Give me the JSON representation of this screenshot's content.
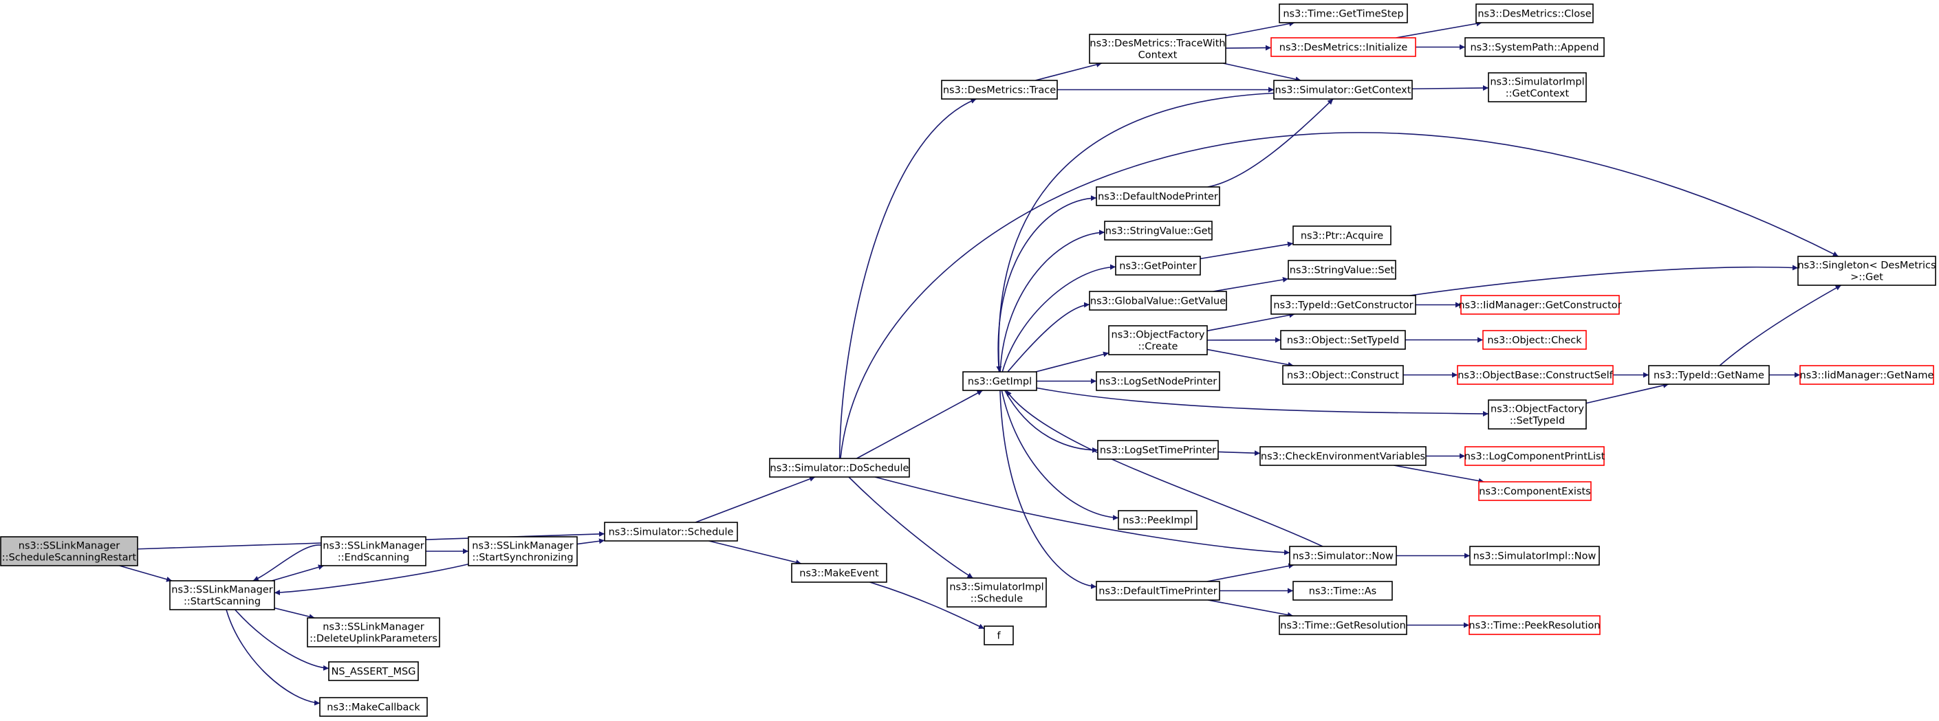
{
  "diagram": {
    "title": "",
    "colors": {
      "edge": "#191970",
      "focus_fill": "#bfbfbf",
      "truncated_border": "#ff0000",
      "border": "#000000"
    },
    "nodes": [
      {
        "id": "sched_restart",
        "lines": [
          "ns3::SSLinkManager",
          "::ScheduleScanningRestart"
        ],
        "style": "focus"
      },
      {
        "id": "start_scanning",
        "lines": [
          "ns3::SSLinkManager",
          "::StartScanning"
        ],
        "style": "normal"
      },
      {
        "id": "end_scanning",
        "lines": [
          "ns3::SSLinkManager",
          "::EndScanning"
        ],
        "style": "normal"
      },
      {
        "id": "start_sync",
        "lines": [
          "ns3::SSLinkManager",
          "::StartSynchronizing"
        ],
        "style": "normal"
      },
      {
        "id": "delete_uplink",
        "lines": [
          "ns3::SSLinkManager",
          "::DeleteUplinkParameters"
        ],
        "style": "normal"
      },
      {
        "id": "ns_assert",
        "lines": [
          "NS_ASSERT_MSG"
        ],
        "style": "normal"
      },
      {
        "id": "make_callback",
        "lines": [
          "ns3::MakeCallback"
        ],
        "style": "normal"
      },
      {
        "id": "sim_schedule",
        "lines": [
          "ns3::Simulator::Schedule"
        ],
        "style": "normal"
      },
      {
        "id": "sim_doschedule",
        "lines": [
          "ns3::Simulator::DoSchedule"
        ],
        "style": "normal"
      },
      {
        "id": "make_event",
        "lines": [
          "ns3::MakeEvent"
        ],
        "style": "normal"
      },
      {
        "id": "f",
        "lines": [
          "f"
        ],
        "style": "normal"
      },
      {
        "id": "simimpl_schedule",
        "lines": [
          "ns3::SimulatorImpl",
          "::Schedule"
        ],
        "style": "normal"
      },
      {
        "id": "desmetrics_trace",
        "lines": [
          "ns3::DesMetrics::Trace"
        ],
        "style": "normal"
      },
      {
        "id": "get_impl",
        "lines": [
          "ns3::GetImpl"
        ],
        "style": "normal"
      },
      {
        "id": "trace_with_ctx",
        "lines": [
          "ns3::DesMetrics::TraceWith",
          "Context"
        ],
        "style": "normal"
      },
      {
        "id": "time_gettimestep",
        "lines": [
          "ns3::Time::GetTimeStep"
        ],
        "style": "normal"
      },
      {
        "id": "desmetrics_init",
        "lines": [
          "ns3::DesMetrics::Initialize"
        ],
        "style": "red"
      },
      {
        "id": "sim_getcontext",
        "lines": [
          "ns3::Simulator::GetContext"
        ],
        "style": "normal"
      },
      {
        "id": "desmetrics_close",
        "lines": [
          "ns3::DesMetrics::Close"
        ],
        "style": "normal"
      },
      {
        "id": "syspath_append",
        "lines": [
          "ns3::SystemPath::Append"
        ],
        "style": "normal"
      },
      {
        "id": "simimpl_getcontext",
        "lines": [
          "ns3::SimulatorImpl",
          "::GetContext"
        ],
        "style": "normal"
      },
      {
        "id": "default_node_printer",
        "lines": [
          "ns3::DefaultNodePrinter"
        ],
        "style": "normal"
      },
      {
        "id": "stringvalue_get",
        "lines": [
          "ns3::StringValue::Get"
        ],
        "style": "normal"
      },
      {
        "id": "get_pointer",
        "lines": [
          "ns3::GetPointer"
        ],
        "style": "normal"
      },
      {
        "id": "ptr_acquire",
        "lines": [
          "ns3::Ptr::Acquire"
        ],
        "style": "normal"
      },
      {
        "id": "globalvalue_getvalue",
        "lines": [
          "ns3::GlobalValue::GetValue"
        ],
        "style": "normal"
      },
      {
        "id": "stringvalue_set",
        "lines": [
          "ns3::StringValue::Set"
        ],
        "style": "normal"
      },
      {
        "id": "singleton_get",
        "lines": [
          "ns3::Singleton< DesMetrics",
          ">::Get"
        ],
        "style": "normal"
      },
      {
        "id": "typeid_getconstructor",
        "lines": [
          "ns3::TypeId::GetConstructor"
        ],
        "style": "normal"
      },
      {
        "id": "iidmanager_getconstructor",
        "lines": [
          "ns3::IidManager::GetConstructor"
        ],
        "style": "red"
      },
      {
        "id": "objfactory_create",
        "lines": [
          "ns3::ObjectFactory",
          "::Create"
        ],
        "style": "normal"
      },
      {
        "id": "object_settypeid",
        "lines": [
          "ns3::Object::SetTypeId"
        ],
        "style": "normal"
      },
      {
        "id": "object_check",
        "lines": [
          "ns3::Object::Check"
        ],
        "style": "red"
      },
      {
        "id": "object_construct",
        "lines": [
          "ns3::Object::Construct"
        ],
        "style": "normal"
      },
      {
        "id": "objectbase_constructself",
        "lines": [
          "ns3::ObjectBase::ConstructSelf"
        ],
        "style": "red"
      },
      {
        "id": "typeid_getname",
        "lines": [
          "ns3::TypeId::GetName"
        ],
        "style": "normal"
      },
      {
        "id": "iidmanager_getname",
        "lines": [
          "ns3::IidManager::GetName"
        ],
        "style": "red"
      },
      {
        "id": "log_set_node_printer",
        "lines": [
          "ns3::LogSetNodePrinter"
        ],
        "style": "normal"
      },
      {
        "id": "objfactory_settypeid",
        "lines": [
          "ns3::ObjectFactory",
          "::SetTypeId"
        ],
        "style": "normal"
      },
      {
        "id": "log_set_time_printer",
        "lines": [
          "ns3::LogSetTimePrinter"
        ],
        "style": "normal"
      },
      {
        "id": "check_env_vars",
        "lines": [
          "ns3::CheckEnvironmentVariables"
        ],
        "style": "normal"
      },
      {
        "id": "log_component_print_list",
        "lines": [
          "ns3::LogComponentPrintList"
        ],
        "style": "red"
      },
      {
        "id": "component_exists",
        "lines": [
          "ns3::ComponentExists"
        ],
        "style": "red"
      },
      {
        "id": "peek_impl",
        "lines": [
          "ns3::PeekImpl"
        ],
        "style": "normal"
      },
      {
        "id": "sim_now",
        "lines": [
          "ns3::Simulator::Now"
        ],
        "style": "normal"
      },
      {
        "id": "simimpl_now",
        "lines": [
          "ns3::SimulatorImpl::Now"
        ],
        "style": "normal"
      },
      {
        "id": "default_time_printer",
        "lines": [
          "ns3::DefaultTimePrinter"
        ],
        "style": "normal"
      },
      {
        "id": "time_as",
        "lines": [
          "ns3::Time::As"
        ],
        "style": "normal"
      },
      {
        "id": "time_getresolution",
        "lines": [
          "ns3::Time::GetResolution"
        ],
        "style": "normal"
      },
      {
        "id": "time_peekresolution",
        "lines": [
          "ns3::Time::PeekResolution"
        ],
        "style": "red"
      }
    ],
    "edges": [
      [
        "sched_restart",
        "start_scanning"
      ],
      [
        "sched_restart",
        "sim_schedule"
      ],
      [
        "start_scanning",
        "end_scanning"
      ],
      [
        "end_scanning",
        "start_scanning"
      ],
      [
        "end_scanning",
        "start_sync"
      ],
      [
        "start_sync",
        "start_scanning"
      ],
      [
        "start_sync",
        "sim_schedule"
      ],
      [
        "start_scanning",
        "delete_uplink"
      ],
      [
        "start_scanning",
        "ns_assert"
      ],
      [
        "start_scanning",
        "make_callback"
      ],
      [
        "sim_schedule",
        "sim_doschedule"
      ],
      [
        "sim_schedule",
        "make_event"
      ],
      [
        "make_event",
        "f"
      ],
      [
        "sim_doschedule",
        "simimpl_schedule"
      ],
      [
        "sim_doschedule",
        "desmetrics_trace"
      ],
      [
        "sim_doschedule",
        "get_impl"
      ],
      [
        "sim_doschedule",
        "singleton_get"
      ],
      [
        "sim_doschedule",
        "sim_now"
      ],
      [
        "desmetrics_trace",
        "trace_with_ctx"
      ],
      [
        "desmetrics_trace",
        "sim_getcontext"
      ],
      [
        "trace_with_ctx",
        "time_gettimestep"
      ],
      [
        "trace_with_ctx",
        "desmetrics_init"
      ],
      [
        "trace_with_ctx",
        "sim_getcontext"
      ],
      [
        "desmetrics_init",
        "desmetrics_close"
      ],
      [
        "desmetrics_init",
        "syspath_append"
      ],
      [
        "sim_getcontext",
        "simimpl_getcontext"
      ],
      [
        "sim_getcontext",
        "get_impl"
      ],
      [
        "get_impl",
        "default_node_printer"
      ],
      [
        "default_node_printer",
        "sim_getcontext"
      ],
      [
        "get_impl",
        "stringvalue_get"
      ],
      [
        "get_impl",
        "get_pointer"
      ],
      [
        "get_pointer",
        "ptr_acquire"
      ],
      [
        "get_impl",
        "globalvalue_getvalue"
      ],
      [
        "globalvalue_getvalue",
        "stringvalue_set"
      ],
      [
        "get_impl",
        "objfactory_create"
      ],
      [
        "objfactory_create",
        "typeid_getconstructor"
      ],
      [
        "objfactory_create",
        "object_settypeid"
      ],
      [
        "objfactory_create",
        "object_construct"
      ],
      [
        "typeid_getconstructor",
        "iidmanager_getconstructor"
      ],
      [
        "typeid_getconstructor",
        "singleton_get"
      ],
      [
        "object_settypeid",
        "object_check"
      ],
      [
        "object_construct",
        "objectbase_constructself"
      ],
      [
        "objectbase_constructself",
        "typeid_getname"
      ],
      [
        "typeid_getname",
        "iidmanager_getname"
      ],
      [
        "typeid_getname",
        "singleton_get"
      ],
      [
        "get_impl",
        "log_set_node_printer"
      ],
      [
        "get_impl",
        "objfactory_settypeid"
      ],
      [
        "objfactory_settypeid",
        "typeid_getname"
      ],
      [
        "get_impl",
        "log_set_time_printer"
      ],
      [
        "log_set_time_printer",
        "check_env_vars"
      ],
      [
        "check_env_vars",
        "log_component_print_list"
      ],
      [
        "check_env_vars",
        "component_exists"
      ],
      [
        "get_impl",
        "peek_impl"
      ],
      [
        "get_impl",
        "default_time_printer"
      ],
      [
        "sim_now",
        "get_impl"
      ],
      [
        "sim_now",
        "simimpl_now"
      ],
      [
        "default_time_printer",
        "sim_now"
      ],
      [
        "default_time_printer",
        "time_as"
      ],
      [
        "default_time_printer",
        "time_getresolution"
      ],
      [
        "time_getresolution",
        "time_peekresolution"
      ]
    ]
  }
}
